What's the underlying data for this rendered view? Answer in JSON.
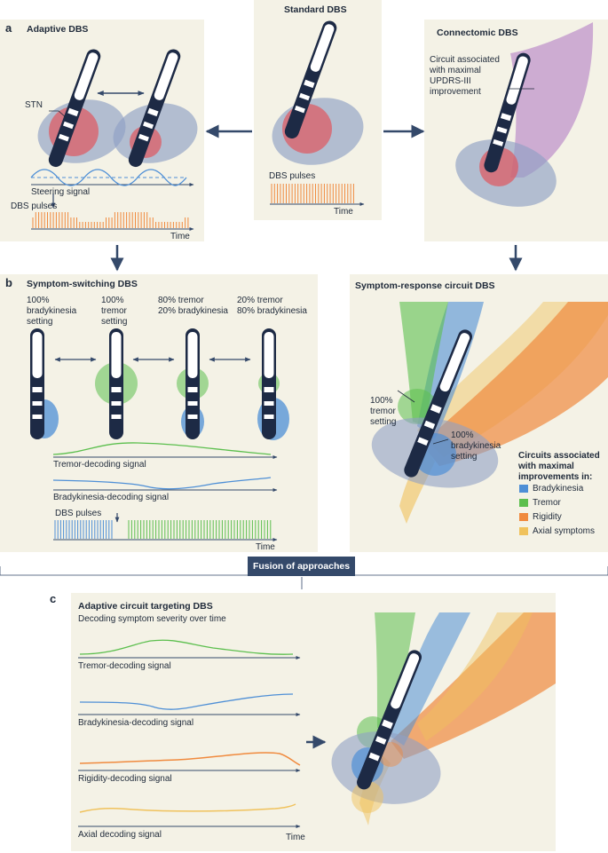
{
  "colors": {
    "panel": "#f4f2e6",
    "navy": "#34496a",
    "stn_red": "#e0575e",
    "region_blue": "#8fa0c4",
    "tremor_green": "#5cbf4e",
    "brady_blue": "#4e8fd6",
    "rigidity_orange": "#f08a3e",
    "axial_yellow": "#f0c25c",
    "connectome_purple": "#b986c7"
  },
  "panel_a": {
    "letter": "a",
    "title": "Adaptive DBS",
    "stn_label": "STN",
    "steering_label": "Steering signal",
    "pulses_label": "DBS pulses",
    "time_label": "Time"
  },
  "standard": {
    "title": "Standard DBS",
    "pulses_label": "DBS pulses",
    "time_label": "Time"
  },
  "connectomic": {
    "title": "Connectomic DBS",
    "circuit_label": [
      "Circuit associated",
      "with maximal",
      "UPDRS-III",
      "improvement"
    ]
  },
  "panel_b": {
    "letter": "b",
    "title": "Symptom-switching DBS",
    "settings": [
      [
        "100%",
        "bradykinesia",
        "setting"
      ],
      [
        "100%",
        "tremor",
        "setting"
      ],
      [
        "80% tremor",
        "20% bradykinesia"
      ],
      [
        "20% tremor",
        "80% bradykinesia"
      ]
    ],
    "tremor_signal_label": "Tremor-decoding signal",
    "brady_signal_label": "Bradykinesia-decoding signal",
    "pulses_label": "DBS pulses",
    "time_label": "Time"
  },
  "symptom_response": {
    "title": "Symptom-response circuit DBS",
    "tremor_setting": [
      "100%",
      "tremor",
      "setting"
    ],
    "brady_setting": [
      "100%",
      "bradykinesia",
      "setting"
    ],
    "legend_title": [
      "Circuits associated",
      "with maximal",
      "improvements in:"
    ],
    "legend": [
      {
        "label": "Bradykinesia",
        "color": "#4e8fd6"
      },
      {
        "label": "Tremor",
        "color": "#5cbf4e"
      },
      {
        "label": "Rigidity",
        "color": "#f08a3e"
      },
      {
        "label": "Axial symptoms",
        "color": "#f0c25c"
      }
    ]
  },
  "fusion_label": "Fusion of approaches",
  "panel_c": {
    "letter": "c",
    "title": "Adaptive circuit targeting DBS",
    "subtitle": "Decoding symptom severity over time",
    "signals": [
      {
        "label": "Tremor-decoding signal",
        "color": "#5cbf4e"
      },
      {
        "label": "Bradykinesia-decoding signal",
        "color": "#4e8fd6"
      },
      {
        "label": "Rigidity-decoding signal",
        "color": "#f08a3e"
      },
      {
        "label": "Axial decoding signal",
        "color": "#f0c25c"
      }
    ],
    "time_label": "Time"
  }
}
